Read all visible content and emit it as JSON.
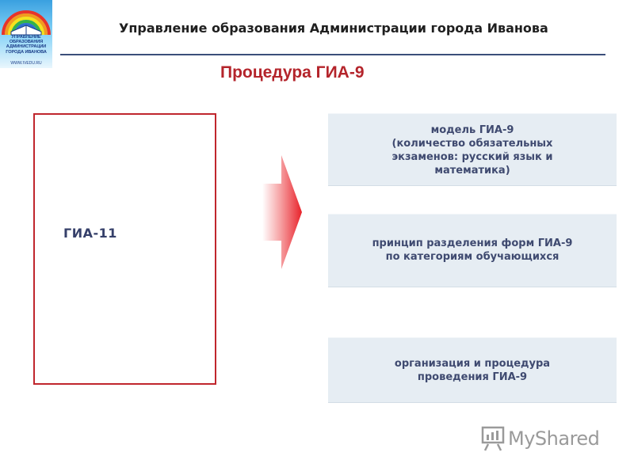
{
  "logo": {
    "text": "УПРАВЛЕНИЕ ОБРАЗОВАНИЯ АДМИНИСТРАЦИИ ГОРОДА ИВАНОВА",
    "url": "WWW.IVEDU.RU"
  },
  "header": {
    "title": "Управление образования Администрации города Иванова"
  },
  "slide": {
    "title": "Процедура ГИА-9",
    "left_box_label": "ГИА-11",
    "boxes": [
      {
        "text": "модель ГИА-9\n(количество обязательных\nэкзаменов: русский язык и\nматематика)"
      },
      {
        "text": "принцип разделения форм ГИА-9\nпо категориям обучающихся"
      },
      {
        "text": "организация и процедура\nпроведения ГИА-9"
      }
    ]
  },
  "watermark": {
    "text": "MyShared"
  },
  "colors": {
    "title_red": "#b4242b",
    "box_border_red": "#c0262d",
    "box_fill": "#e6edf3",
    "text_dark_blue": "#3f4a70",
    "arrow_red": "#e8222a"
  }
}
